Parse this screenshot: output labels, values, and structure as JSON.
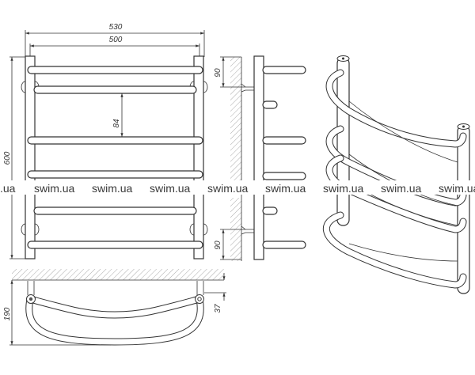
{
  "dimensions": {
    "overall_width": "530",
    "axis_width": "500",
    "height": "600",
    "bar_spacing": "84",
    "side_top_offset": "90",
    "side_bottom_offset": "90",
    "depth": "190",
    "wall_offset": "37"
  },
  "watermark": {
    "partial_left": ".ua",
    "items": [
      "swim.ua",
      "swim.ua",
      "swim.ua",
      "swim.ua",
      "swim.ua",
      "swim.ua",
      "swim.ua",
      "swim.ua"
    ]
  }
}
